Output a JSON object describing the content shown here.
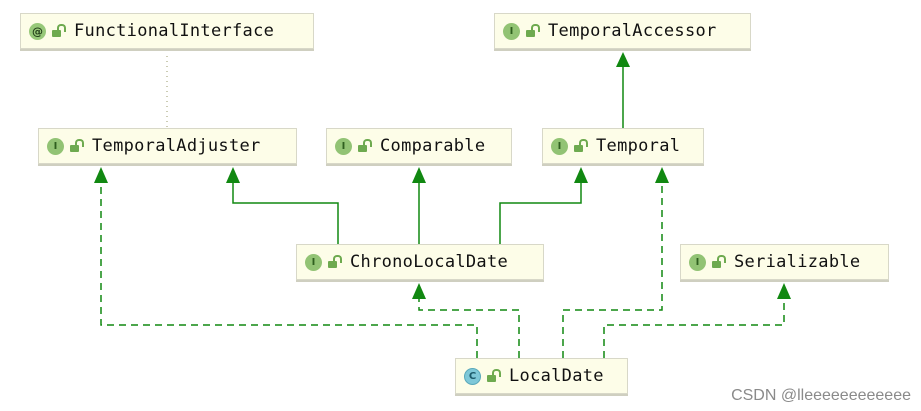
{
  "diagram": {
    "nodes": {
      "functional_interface": {
        "name": "FunctionalInterface",
        "kind": "annotation",
        "badge": "@"
      },
      "temporal_accessor": {
        "name": "TemporalAccessor",
        "kind": "interface",
        "badge": "I"
      },
      "temporal_adjuster": {
        "name": "TemporalAdjuster",
        "kind": "interface",
        "badge": "I"
      },
      "comparable": {
        "name": "Comparable",
        "kind": "interface",
        "badge": "I"
      },
      "temporal": {
        "name": "Temporal",
        "kind": "interface",
        "badge": "I"
      },
      "chrono_local_date": {
        "name": "ChronoLocalDate",
        "kind": "interface",
        "badge": "I"
      },
      "serializable": {
        "name": "Serializable",
        "kind": "interface",
        "badge": "I"
      },
      "local_date": {
        "name": "LocalDate",
        "kind": "class",
        "badge": "C"
      }
    },
    "edges": [
      {
        "from": "temporal",
        "to": "temporal_accessor",
        "type": "extends"
      },
      {
        "from": "chrono_local_date",
        "to": "temporal_adjuster",
        "type": "extends"
      },
      {
        "from": "chrono_local_date",
        "to": "comparable",
        "type": "extends"
      },
      {
        "from": "chrono_local_date",
        "to": "temporal",
        "type": "extends"
      },
      {
        "from": "local_date",
        "to": "temporal_adjuster",
        "type": "implements"
      },
      {
        "from": "local_date",
        "to": "chrono_local_date",
        "type": "implements"
      },
      {
        "from": "local_date",
        "to": "temporal",
        "type": "implements"
      },
      {
        "from": "local_date",
        "to": "serializable",
        "type": "implements"
      },
      {
        "from": "temporal_adjuster",
        "to": "functional_interface",
        "type": "annotated"
      }
    ],
    "colors": {
      "edge": "#118811",
      "annotation_edge": "#9a9a6a",
      "node_fill": "#fdfde8",
      "node_border": "#d8d8c8"
    }
  },
  "watermark": "CSDN @lleeeeeeeeeeee"
}
